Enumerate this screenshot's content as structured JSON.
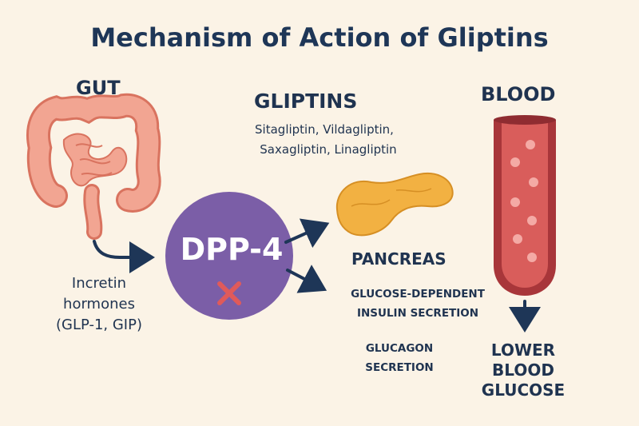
{
  "title": "Mechanism of Action of Gliptins",
  "gut": {
    "label": "GUT"
  },
  "incretin": {
    "line1": "Incretin",
    "line2": "hormones",
    "line3": "(GLP-1, GIP)"
  },
  "gliptins": {
    "label": "GLIPTINS",
    "drugs_line1": "Sitagliptin, Vildagliptin,",
    "drugs_line2": "Saxagliptin, Linagliptin"
  },
  "enzyme": {
    "label": "DPP-4",
    "inhibited_icon": "x-mark-icon"
  },
  "pancreas": {
    "label": "PANCREAS",
    "effect1_line1": "GLUCOSE-DEPENDENT",
    "effect1_line2": "INSULIN SECRETION",
    "effect2_line1": "GLUCAGON",
    "effect2_line2": "SECRETION"
  },
  "blood": {
    "label": "BLOOD",
    "result_line1": "LOWER",
    "result_line2": "BLOOD",
    "result_line3": "GLUCOSE"
  },
  "colors": {
    "navy": "#1e3657",
    "intestine": "#f0a08e",
    "dpp4": "#7b5ea7",
    "x_mark": "#e05a5a",
    "pancreas": "#f2b142",
    "vessel": "#c9504f"
  }
}
